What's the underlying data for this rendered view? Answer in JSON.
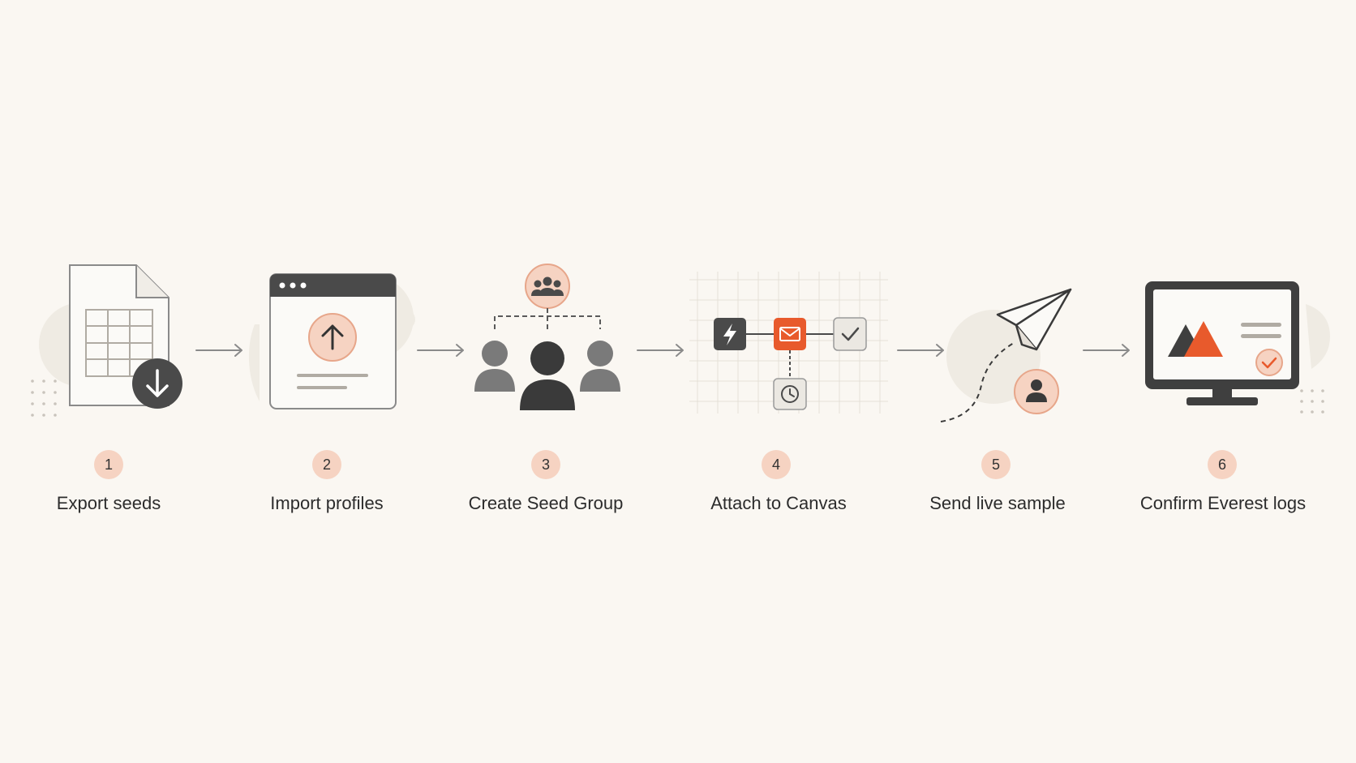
{
  "colors": {
    "background": "#faf7f2",
    "dark": "#4a4a4a",
    "accent": "#e85a2c",
    "accent_soft": "#f6d3c2",
    "line": "#8a8a8a",
    "blob": "#efebe3"
  },
  "steps": [
    {
      "number": "1",
      "label": "Export seeds",
      "icon": "spreadsheet-download-icon"
    },
    {
      "number": "2",
      "label": "Import profiles",
      "icon": "browser-upload-icon"
    },
    {
      "number": "3",
      "label": "Create Seed Group",
      "icon": "user-group-icon"
    },
    {
      "number": "4",
      "label": "Attach to Canvas",
      "icon": "canvas-workflow-icon"
    },
    {
      "number": "5",
      "label": "Send live sample",
      "icon": "paper-plane-icon"
    },
    {
      "number": "6",
      "label": "Confirm Everest logs",
      "icon": "monitor-check-icon"
    }
  ]
}
